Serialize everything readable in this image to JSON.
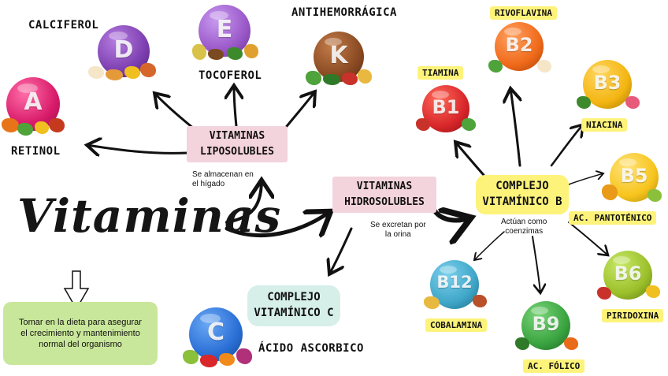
{
  "title": "Vitaminas",
  "liposolubles": {
    "line1": "VITAMINAS",
    "line2": "LIPOSOLUBLES",
    "note_line1": "Se almacenan en",
    "note_line2": "el hígado",
    "color": "#f3d3dc"
  },
  "hidrosolubles": {
    "line1": "VITAMINAS",
    "line2": "HIDROSOLUBLES",
    "note_line1": "Se excretan por",
    "note_line2": "la orina",
    "color": "#f3d3dc"
  },
  "complejo_b": {
    "line1": "COMPLEJO",
    "line2": "VITAMÍNICO B",
    "note_line1": "Actúan como",
    "note_line2": "coenzimas",
    "color": "#fdf37a"
  },
  "complejo_c": {
    "line1": "COMPLEJO",
    "line2": "VITAMÍNICO C",
    "color": "#d6efe8"
  },
  "diet_note": {
    "line1": "Tomar en la dieta para asegurar",
    "line2": "el crecimiento y mantenimiento",
    "line3": "normal del organismo",
    "color": "#c9e79a"
  },
  "vitamins": {
    "a": {
      "letter": "A",
      "name": "RETINOL",
      "color": "#e0287a"
    },
    "d": {
      "letter": "D",
      "name": "CALCIFEROL",
      "color": "#7d3fb0"
    },
    "e": {
      "letter": "E",
      "name": "TOCOFEROL",
      "color": "#9a58c8"
    },
    "k": {
      "letter": "K",
      "name": "ANTIHEMORRÁGICA",
      "color": "#8a4a22"
    },
    "c": {
      "letter": "C",
      "name": "ÁCIDO ASCORBICO",
      "color": "#2a6fd6"
    },
    "b1": {
      "letter": "B1",
      "name": "TIAMINA",
      "color": "#d8262a"
    },
    "b2": {
      "letter": "B2",
      "name": "RIVOFLAVINA",
      "color": "#f06a1a"
    },
    "b3": {
      "letter": "B3",
      "name": "NIACINA",
      "color": "#f3b512"
    },
    "b5": {
      "letter": "B5",
      "name": "AC. PANTOTÉNICO",
      "color": "#f7c51d"
    },
    "b6": {
      "letter": "B6",
      "name": "PIRIDOXINA",
      "color": "#9bc02a"
    },
    "b9": {
      "letter": "B9",
      "name": "AC. FÓLICO",
      "color": "#3aa440"
    },
    "b12": {
      "letter": "B12",
      "name": "COBALAMINA",
      "color": "#3fa6c8"
    }
  }
}
